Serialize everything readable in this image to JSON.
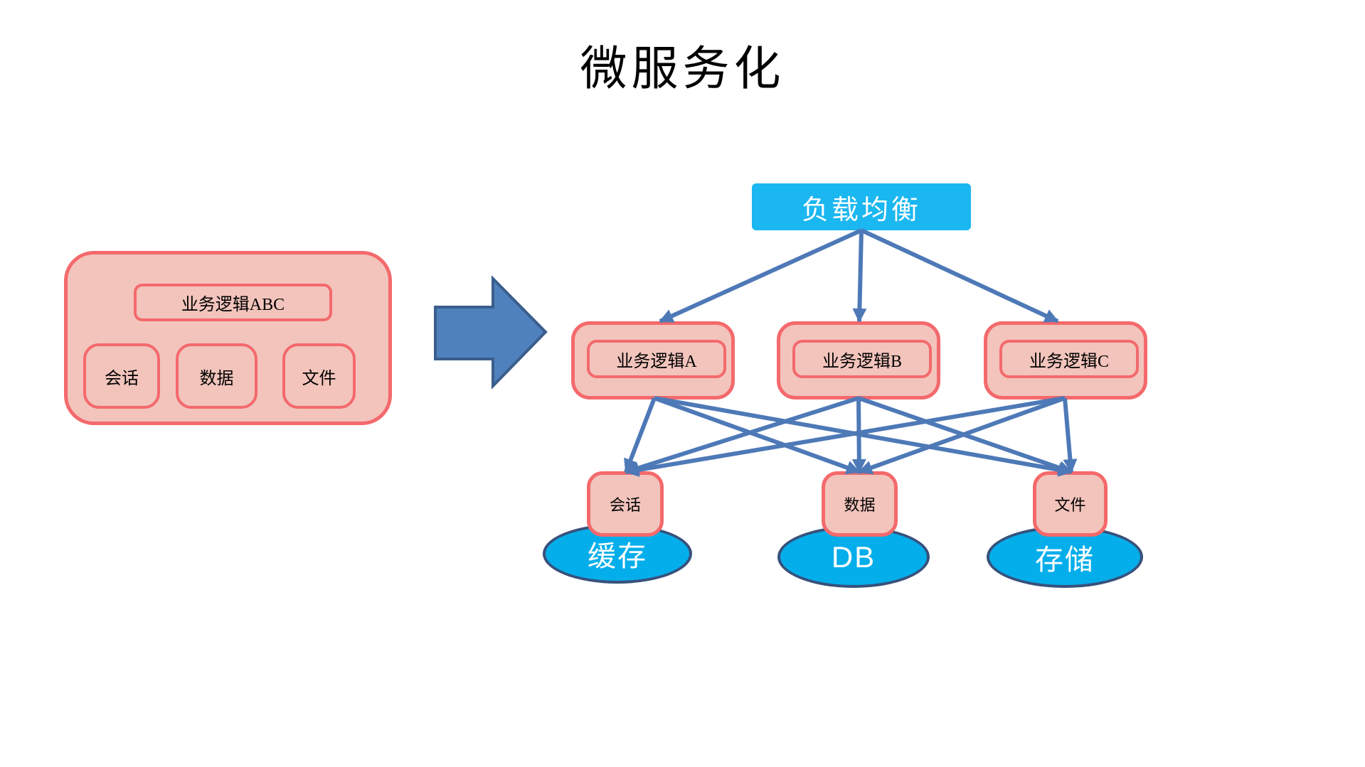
{
  "title": "微服务化",
  "colors": {
    "pink_fill": "#F2C4BC",
    "red_border": "#F4696C",
    "arrow_blue": "#4E79B7",
    "big_arrow_fill": "#4F81BD",
    "big_arrow_border": "#3A5E8C",
    "cyan_box": "#1BB7F1",
    "ellipse_fill": "#04AEEA",
    "ellipse_border": "#37517C"
  },
  "monolith": {
    "logic_label": "业务逻辑ABC",
    "components": [
      {
        "label": "会话"
      },
      {
        "label": "数据"
      },
      {
        "label": "文件"
      }
    ]
  },
  "microservices": {
    "load_balancer_label": "负载均衡",
    "services": [
      {
        "label": "业务逻辑A"
      },
      {
        "label": "业务逻辑B"
      },
      {
        "label": "业务逻辑C"
      }
    ],
    "stores": [
      {
        "component_label": "会话",
        "backend_label": "缓存"
      },
      {
        "component_label": "数据",
        "backend_label": "DB"
      },
      {
        "component_label": "文件",
        "backend_label": "存储"
      }
    ]
  },
  "edges": [
    {
      "from": "load-balancer",
      "to": "service-a"
    },
    {
      "from": "load-balancer",
      "to": "service-b"
    },
    {
      "from": "load-balancer",
      "to": "service-c"
    },
    {
      "from": "service-a",
      "to": "store-session"
    },
    {
      "from": "service-a",
      "to": "store-data"
    },
    {
      "from": "service-a",
      "to": "store-file"
    },
    {
      "from": "service-b",
      "to": "store-session"
    },
    {
      "from": "service-b",
      "to": "store-data"
    },
    {
      "from": "service-b",
      "to": "store-file"
    },
    {
      "from": "service-c",
      "to": "store-session"
    },
    {
      "from": "service-c",
      "to": "store-data"
    },
    {
      "from": "service-c",
      "to": "store-file"
    }
  ]
}
